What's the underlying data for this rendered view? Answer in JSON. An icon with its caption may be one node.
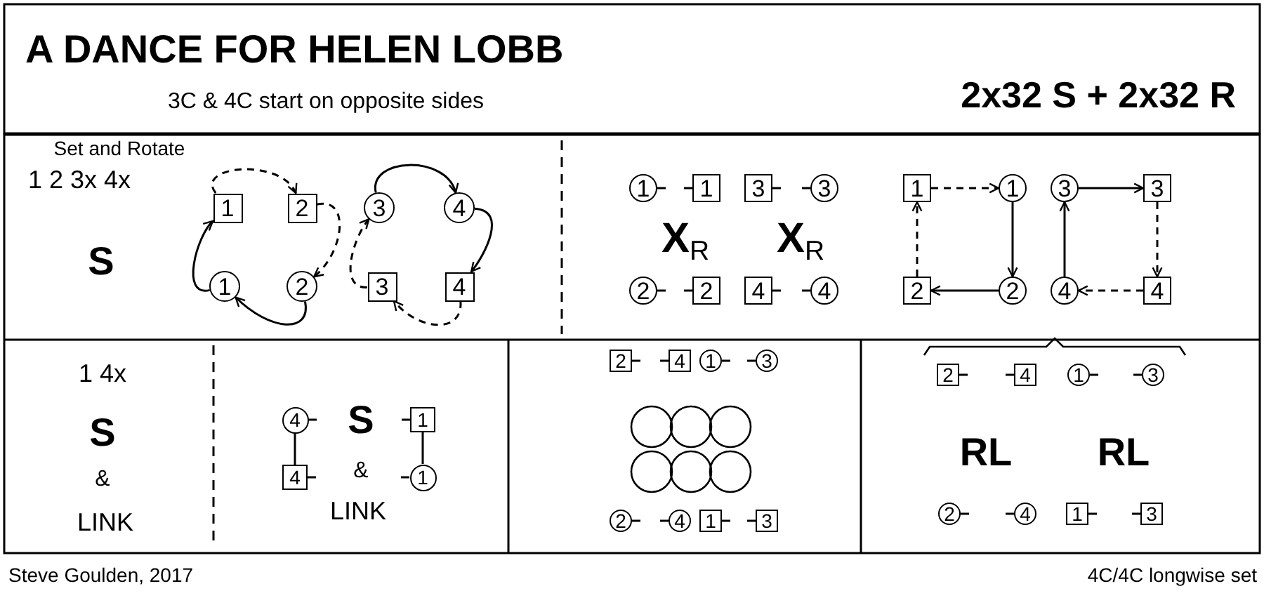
{
  "diagram": {
    "title": "A DANCE FOR HELEN LOBB",
    "nodes": [
      {
        "text": [
          "1"
        ]
      },
      {
        "text": [
          "2"
        ]
      },
      {
        "text": [
          "3"
        ]
      },
      {
        "text": [
          "4"
        ]
      },
      {
        "text": [
          "1"
        ]
      },
      {
        "text": [
          "2"
        ]
      },
      {
        "text": [
          "3"
        ]
      },
      {
        "text": [
          "4"
        ]
      },
      {
        "text": [
          "1"
        ]
      },
      {
        "text": [
          "1"
        ]
      },
      {
        "text": [
          "3"
        ]
      },
      {
        "text": [
          "3"
        ]
      },
      {
        "text": [
          "2"
        ]
      },
      {
        "text": [
          "2"
        ]
      },
      {
        "text": [
          "4"
        ]
      },
      {
        "text": [
          "4"
        ]
      },
      {
        "text": [
          "1"
        ]
      },
      {
        "text": [
          "1"
        ]
      },
      {
        "text": [
          "3"
        ]
      },
      {
        "text": [
          "3"
        ]
      },
      {
        "text": [
          "2"
        ]
      },
      {
        "text": [
          "2"
        ]
      },
      {
        "text": [
          "4"
        ]
      },
      {
        "text": [
          "4"
        ]
      },
      {
        "text": [
          "4"
        ]
      },
      {
        "text": [
          "4"
        ]
      },
      {
        "text": [
          "1"
        ]
      },
      {
        "text": [
          "1"
        ]
      },
      {
        "text": [
          "2"
        ]
      },
      {
        "text": [
          "4"
        ]
      },
      {
        "text": [
          "1"
        ]
      },
      {
        "text": [
          "3"
        ]
      },
      {
        "text": [
          "2"
        ]
      },
      {
        "text": [
          "4"
        ]
      },
      {
        "text": [
          "1"
        ]
      },
      {
        "text": [
          "3"
        ]
      },
      {
        "text": [
          "2"
        ]
      },
      {
        "text": [
          "4"
        ]
      },
      {
        "text": [
          "1"
        ]
      },
      {
        "text": [
          "3"
        ]
      },
      {
        "text": [
          "2"
        ]
      },
      {
        "text": [
          "4"
        ]
      },
      {
        "text": [
          "1"
        ]
      },
      {
        "text": [
          "3"
        ]
      }
    ],
    "edges": [
      {
        "from": 0,
        "to": 1,
        "arrow": "to",
        "style": "dashed"
      },
      {
        "from": 1,
        "to": 5,
        "arrow": "to",
        "style": "dashed"
      },
      {
        "from": 5,
        "to": 4,
        "arrow": "to"
      },
      {
        "from": 4,
        "to": 0,
        "arrow": "to"
      },
      {
        "from": 2,
        "to": 3,
        "arrow": "to"
      },
      {
        "from": 3,
        "to": 7,
        "arrow": "to"
      },
      {
        "from": 7,
        "to": 6,
        "arrow": "to",
        "style": "dashed"
      },
      {
        "from": 6,
        "to": 2,
        "arrow": "to",
        "style": "dashed"
      },
      {
        "from": 16,
        "to": 17,
        "arrow": "to",
        "style": "dashed"
      },
      {
        "from": 18,
        "to": 19,
        "arrow": "to"
      },
      {
        "from": 17,
        "to": 21,
        "arrow": "to"
      },
      {
        "from": 19,
        "to": 23,
        "arrow": "to",
        "style": "dashed"
      },
      {
        "from": 20,
        "to": 16,
        "arrow": "to",
        "style": "dashed"
      },
      {
        "from": 22,
        "to": 18,
        "arrow": "to"
      },
      {
        "from": 21,
        "to": 20,
        "arrow": "to"
      },
      {
        "from": 23,
        "to": 22,
        "arrow": "to",
        "style": "dashed"
      },
      {
        "from": 24,
        "to": 25,
        "arrow": "none"
      },
      {
        "from": 26,
        "to": 27,
        "arrow": "none"
      }
    ],
    "labels": [
      "3C & 4C start on opposite sides",
      "2x32 S + 2x32 R",
      "Set and Rotate",
      "1 2 3x 4x",
      "S",
      "X$_{R}$",
      "X$_{R}$",
      "1 4x",
      "S",
      "&",
      "LINK",
      "S",
      "&",
      "LINK",
      "RL",
      "RL",
      "Steve Goulden, 2017",
      "4C/4C longwise set"
    ]
  }
}
